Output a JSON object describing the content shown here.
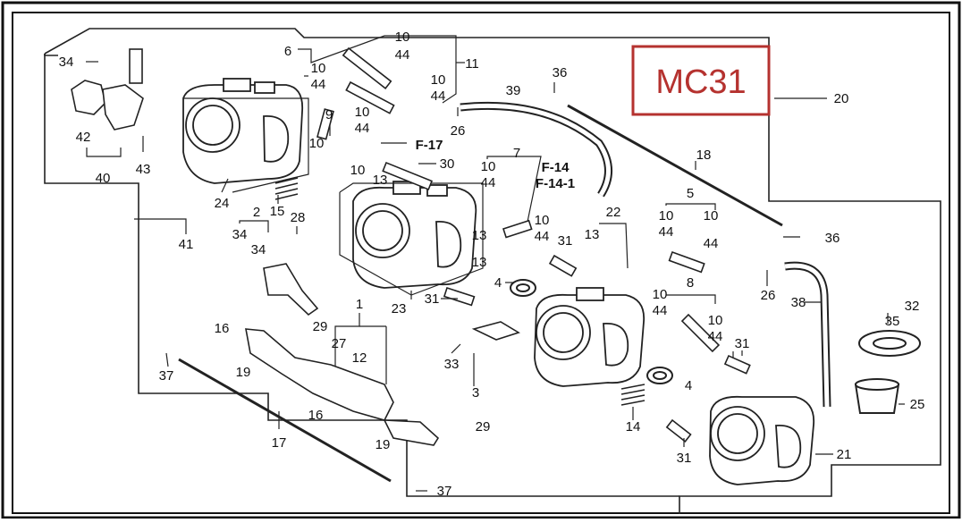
{
  "badge": {
    "text": "MC31",
    "color": "#b5322f"
  },
  "callouts": [
    {
      "id": "c34a",
      "text": "34"
    },
    {
      "id": "c42",
      "text": "42"
    },
    {
      "id": "c40",
      "text": "40"
    },
    {
      "id": "c43",
      "text": "43"
    },
    {
      "id": "c6",
      "text": "6"
    },
    {
      "id": "c10a",
      "text": "10"
    },
    {
      "id": "c44a",
      "text": "44"
    },
    {
      "id": "c10b",
      "text": "10"
    },
    {
      "id": "c44b",
      "text": "44"
    },
    {
      "id": "c11",
      "text": "11"
    },
    {
      "id": "c10c",
      "text": "10"
    },
    {
      "id": "c44c",
      "text": "44"
    },
    {
      "id": "c10d",
      "text": "10"
    },
    {
      "id": "c44d",
      "text": "44"
    },
    {
      "id": "c36a",
      "text": "36"
    },
    {
      "id": "c20",
      "text": "20"
    },
    {
      "id": "c39",
      "text": "39"
    },
    {
      "id": "c26a",
      "text": "26"
    },
    {
      "id": "c9",
      "text": "9"
    },
    {
      "id": "cF17",
      "text": "F-17"
    },
    {
      "id": "c10e",
      "text": "10"
    },
    {
      "id": "c10f",
      "text": "10"
    },
    {
      "id": "c13a",
      "text": "13"
    },
    {
      "id": "c30",
      "text": "30"
    },
    {
      "id": "c24",
      "text": "24"
    },
    {
      "id": "c15",
      "text": "15"
    },
    {
      "id": "c2",
      "text": "2"
    },
    {
      "id": "c28",
      "text": "28"
    },
    {
      "id": "c41",
      "text": "41"
    },
    {
      "id": "c34b",
      "text": "34"
    },
    {
      "id": "c34c",
      "text": "34"
    },
    {
      "id": "c7",
      "text": "7"
    },
    {
      "id": "c10g",
      "text": "10"
    },
    {
      "id": "c44e",
      "text": "44"
    },
    {
      "id": "cF14",
      "text": "F-14"
    },
    {
      "id": "cF141",
      "text": "F-14-1"
    },
    {
      "id": "c10h",
      "text": "10"
    },
    {
      "id": "c44f",
      "text": "44"
    },
    {
      "id": "c13b",
      "text": "13"
    },
    {
      "id": "c13c",
      "text": "13"
    },
    {
      "id": "c18",
      "text": "18"
    },
    {
      "id": "c5",
      "text": "5"
    },
    {
      "id": "c10i",
      "text": "10"
    },
    {
      "id": "c44g",
      "text": "44"
    },
    {
      "id": "c10j",
      "text": "10"
    },
    {
      "id": "c44h",
      "text": "44"
    },
    {
      "id": "c36b",
      "text": "36"
    },
    {
      "id": "c22",
      "text": "22"
    },
    {
      "id": "c31a",
      "text": "31"
    },
    {
      "id": "c13d",
      "text": "13"
    },
    {
      "id": "c4a",
      "text": "4"
    },
    {
      "id": "c23",
      "text": "23"
    },
    {
      "id": "c31b",
      "text": "31"
    },
    {
      "id": "c26b",
      "text": "26"
    },
    {
      "id": "c38",
      "text": "38"
    },
    {
      "id": "c8",
      "text": "8"
    },
    {
      "id": "c10k",
      "text": "10"
    },
    {
      "id": "c44i",
      "text": "44"
    },
    {
      "id": "c10l",
      "text": "10"
    },
    {
      "id": "c44j",
      "text": "44"
    },
    {
      "id": "c32",
      "text": "32"
    },
    {
      "id": "c35",
      "text": "35"
    },
    {
      "id": "c1",
      "text": "1"
    },
    {
      "id": "c29a",
      "text": "29"
    },
    {
      "id": "c16a",
      "text": "16"
    },
    {
      "id": "c27",
      "text": "27"
    },
    {
      "id": "c12",
      "text": "12"
    },
    {
      "id": "c37a",
      "text": "37"
    },
    {
      "id": "c19a",
      "text": "19"
    },
    {
      "id": "c33",
      "text": "33"
    },
    {
      "id": "c3",
      "text": "3"
    },
    {
      "id": "c31c",
      "text": "31"
    },
    {
      "id": "c4b",
      "text": "4"
    },
    {
      "id": "c14",
      "text": "14"
    },
    {
      "id": "c25",
      "text": "25"
    },
    {
      "id": "c16b",
      "text": "16"
    },
    {
      "id": "c29b",
      "text": "29"
    },
    {
      "id": "c19b",
      "text": "19"
    },
    {
      "id": "c17",
      "text": "17"
    },
    {
      "id": "c31d",
      "text": "31"
    },
    {
      "id": "c21",
      "text": "21"
    },
    {
      "id": "c37b",
      "text": "37"
    }
  ]
}
